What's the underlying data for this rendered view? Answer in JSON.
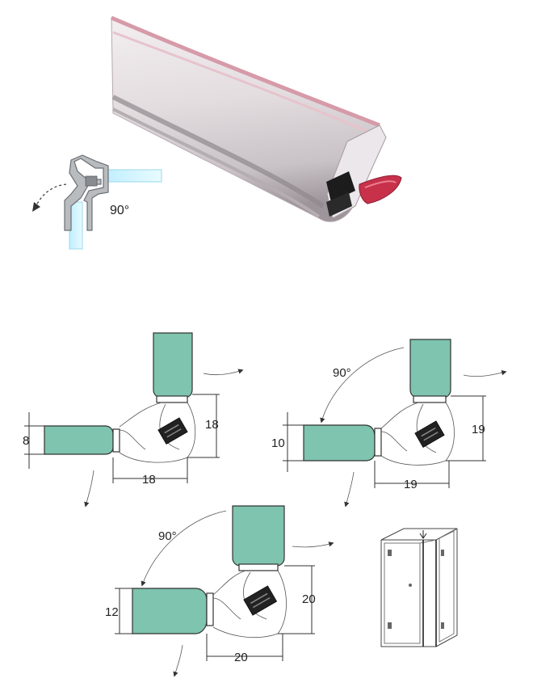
{
  "photo": {
    "angle_label": "90°"
  },
  "diagrams": [
    {
      "thickness": "8",
      "height": "18",
      "width": "18",
      "angle": ""
    },
    {
      "thickness": "10",
      "height": "19",
      "width": "19",
      "angle": "90°"
    },
    {
      "thickness": "12",
      "height": "20",
      "width": "20",
      "angle": "90°"
    }
  ],
  "colors": {
    "glass": "#7ec4ae",
    "seal_red": "#c8314a",
    "magnet": "#222222"
  },
  "icons": [
    "shower-enclosure-icon",
    "rotation-arrow-icon"
  ]
}
